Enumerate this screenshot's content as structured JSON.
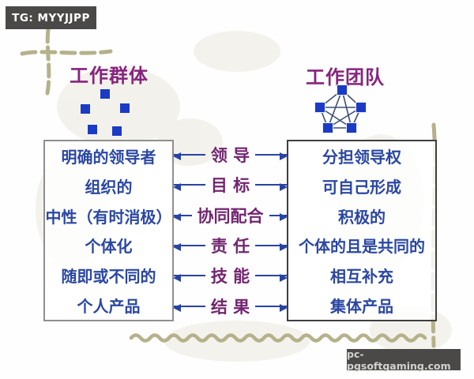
{
  "overlays": {
    "tg_badge": "TG: MYYJJPP",
    "site_badge": "pc-pgsoftgaming.com"
  },
  "titles": {
    "group": "工作群体",
    "team": "工作团队"
  },
  "group_box": {
    "items": [
      "明确的领导者",
      "组织的",
      "中性（有时消极）",
      "个体化",
      "随即或不同的",
      "个人产品"
    ]
  },
  "connectors": {
    "labels": [
      "领 导",
      "目 标",
      "协同配合",
      "责 任",
      "技 能",
      "结 果"
    ]
  },
  "team_box": {
    "items": [
      "分担领导权",
      "可自己形成",
      "积极的",
      "个体的且是共同的",
      "相互补充",
      "集体产品"
    ]
  },
  "icons": {
    "group_graphic": "scattered-nodes-icon",
    "team_graphic": "connected-network-icon",
    "arrows": "double-headed-arrow-icon"
  },
  "colors": {
    "title_purple": "#87247E",
    "connector_purple": "#722570",
    "box_text_blue": "#2A47A3",
    "arrow_blue": "#2743A5",
    "node_blue": "#1B3BC4",
    "watermark_tan": "#B5B18A",
    "badge_bg": "#4B4947"
  }
}
